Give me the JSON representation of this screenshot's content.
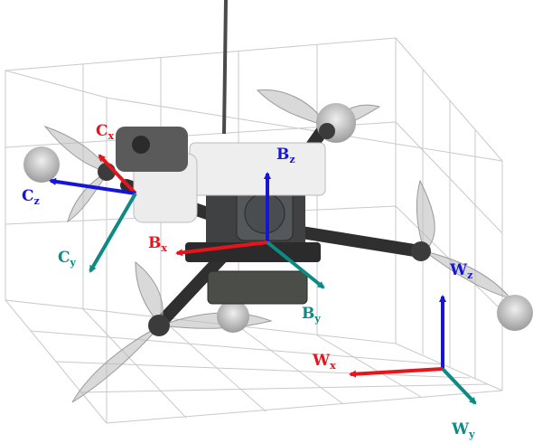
{
  "frames": {
    "camera": {
      "x_label": "C",
      "x_sub": "x",
      "y_label": "C",
      "y_sub": "y",
      "z_label": "C",
      "z_sub": "z"
    },
    "body": {
      "x_label": "B",
      "x_sub": "x",
      "y_label": "B",
      "y_sub": "y",
      "z_label": "B",
      "z_sub": "z"
    },
    "world": {
      "x_label": "W",
      "x_sub": "x",
      "y_label": "W",
      "y_sub": "y",
      "z_label": "W",
      "z_sub": "z"
    }
  },
  "colors": {
    "x_axis": "#e8141b",
    "y_axis": "#0e8a84",
    "z_axis": "#1515d6",
    "box_lines": "#c9c9c9",
    "drone_body": "#3a3a3a",
    "drone_light": "#d8d8d8",
    "propeller": "#b9b9b9"
  }
}
